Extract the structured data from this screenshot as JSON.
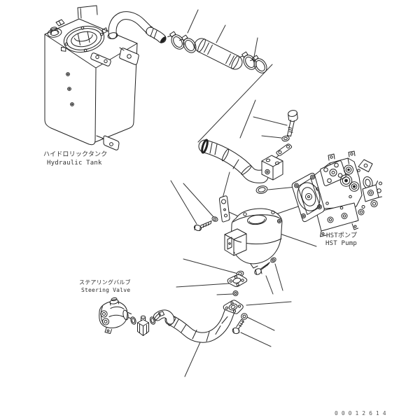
{
  "diagram": {
    "background": "#ffffff",
    "line_color": "#222222",
    "drawing_number": "00012614",
    "labels": {
      "hydraulic_tank": {
        "jp": "ハイドロリックタンク",
        "en": "Hydraulic Tank"
      },
      "steering_valve": {
        "jp": "ステアリングバルブ",
        "en": "Steering Valve"
      },
      "hst_pump": {
        "jp": "HSTポンプ",
        "en": "HST Pump"
      }
    }
  }
}
